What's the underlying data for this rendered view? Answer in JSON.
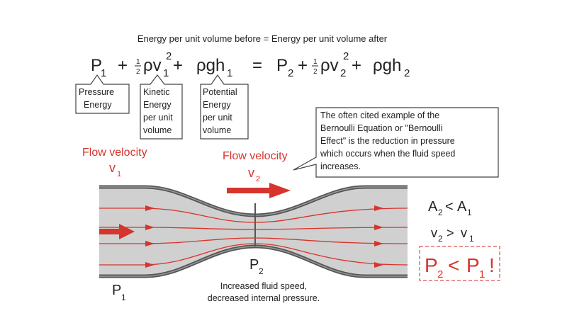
{
  "heading": "Energy per unit volume before = Energy per unit volume after",
  "equation": {
    "p1": "P",
    "p1_sub": "1",
    "plus1": "+",
    "half1": "1",
    "half1_den": "2",
    "rv1": "ρv",
    "v1_sub": "1",
    "v1_sup": "2",
    "plus2": "+",
    "rgh1": "ρgh",
    "h1_sub": "1",
    "equals": "=",
    "p2": "P",
    "p2_sub": "2",
    "plus3": "+",
    "half2": "1",
    "half2_den": "2",
    "rv2": "ρv",
    "v2_sub": "2",
    "v2_sup": "2",
    "plus4": "+",
    "rgh2": "ρgh",
    "h2_sub": "2"
  },
  "labels": {
    "pressure": [
      "Pressure",
      "Energy"
    ],
    "kinetic": [
      "Kinetic",
      "Energy",
      "per unit",
      "volume"
    ],
    "potential": [
      "Potential",
      "Energy",
      "per unit",
      "volume"
    ]
  },
  "callout": [
    "The often cited example of the",
    "Bernoulli Equation or \"Bernoulli",
    "Effect\" is the reduction in pressure",
    "which occurs when the fluid speed",
    "increases."
  ],
  "flow1": {
    "label": "Flow velocity",
    "v": "v",
    "sub": "1"
  },
  "flow2": {
    "label": "Flow velocity",
    "v": "v",
    "sub": "2"
  },
  "p1_label": {
    "p": "P",
    "sub": "1"
  },
  "p2_label": {
    "p": "P",
    "sub": "2"
  },
  "caption": [
    "Increased fluid speed,",
    "decreased internal pressure."
  ],
  "relations": {
    "area": {
      "a2": "A",
      "a2_sub": "2",
      "op": "<",
      "a1": "A",
      "a1_sub": "1"
    },
    "velocity": {
      "v2": "v",
      "v2_sub": "2",
      "op": ">",
      "v1": "v",
      "v1_sub": "1"
    },
    "pressure": {
      "p2": "P",
      "p2_sub": "2",
      "op": "<",
      "p1": "P",
      "p1_sub": "1",
      "bang": "!"
    }
  },
  "colors": {
    "red": "#d6342c",
    "fluid": "#d0d0d0",
    "wall": "#6e6e6e",
    "text": "#222222"
  }
}
